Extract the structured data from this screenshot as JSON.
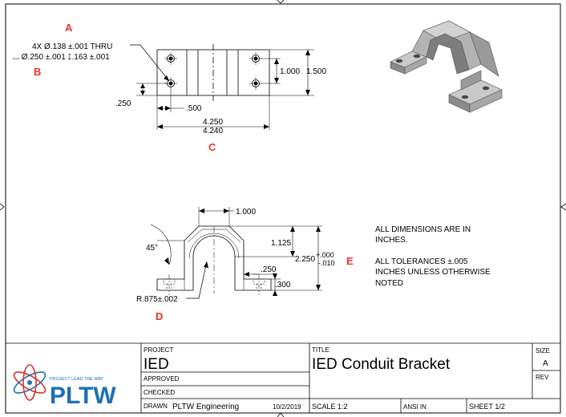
{
  "callouts": {
    "a": "A",
    "b": "B",
    "c": "C",
    "d": "D",
    "e": "E"
  },
  "top_view": {
    "hole_note_line1": "4X Ø.138 ±.001 THRU",
    "hole_note_line2": "⌴ Ø.250 ±.001 ↧.163 ±.001",
    "dim_250": ".250",
    "dim_500": ".500",
    "dim_4250": "4.250",
    "dim_4240": "4.240",
    "dim_1000": "1.000",
    "dim_1500": "1.500"
  },
  "front_view": {
    "dim_top_1000": "1.000",
    "angle_45": "45°",
    "dim_1125": "1.125",
    "dim_2250": "2.250",
    "tol_plus": "+.000",
    "tol_minus": "-.010",
    "dim_250": ".250",
    "dim_300": ".300",
    "radius": "R.875±.002"
  },
  "notes": {
    "line1": "ALL DIMENSIONS ARE IN",
    "line2": "INCHES.",
    "line3": "ALL TOLERANCES ±.005",
    "line4": "INCHES UNLESS OTHERWISE",
    "line5": "NOTED"
  },
  "title_block": {
    "logo_tagline": "PROJECT LEAD THE WAY",
    "logo_text": "PLTW",
    "project_label": "PROJECT",
    "project_value": "IED",
    "approved_label": "APPROVED",
    "checked_label": "CHECKED",
    "drawn_label": "DRAWN",
    "drawn_by": "PLTW Engineering",
    "drawn_date": "10/2/2019",
    "title_label": "TITLE",
    "title_value": "IED Conduit Bracket",
    "scale": "SCALE 1:2",
    "standard": "ANSI IN",
    "sheet": "SHEET  1/2",
    "size_label": "SIZE",
    "size_value": "A",
    "rev_label": "REV"
  },
  "colors": {
    "callout": "#e8332a",
    "logo_blue": "#1f6fb5",
    "logo_red": "#d8322b",
    "part_fill": "#a8a8a8",
    "part_dark": "#7d7d7d",
    "part_light": "#c9c9c9"
  }
}
